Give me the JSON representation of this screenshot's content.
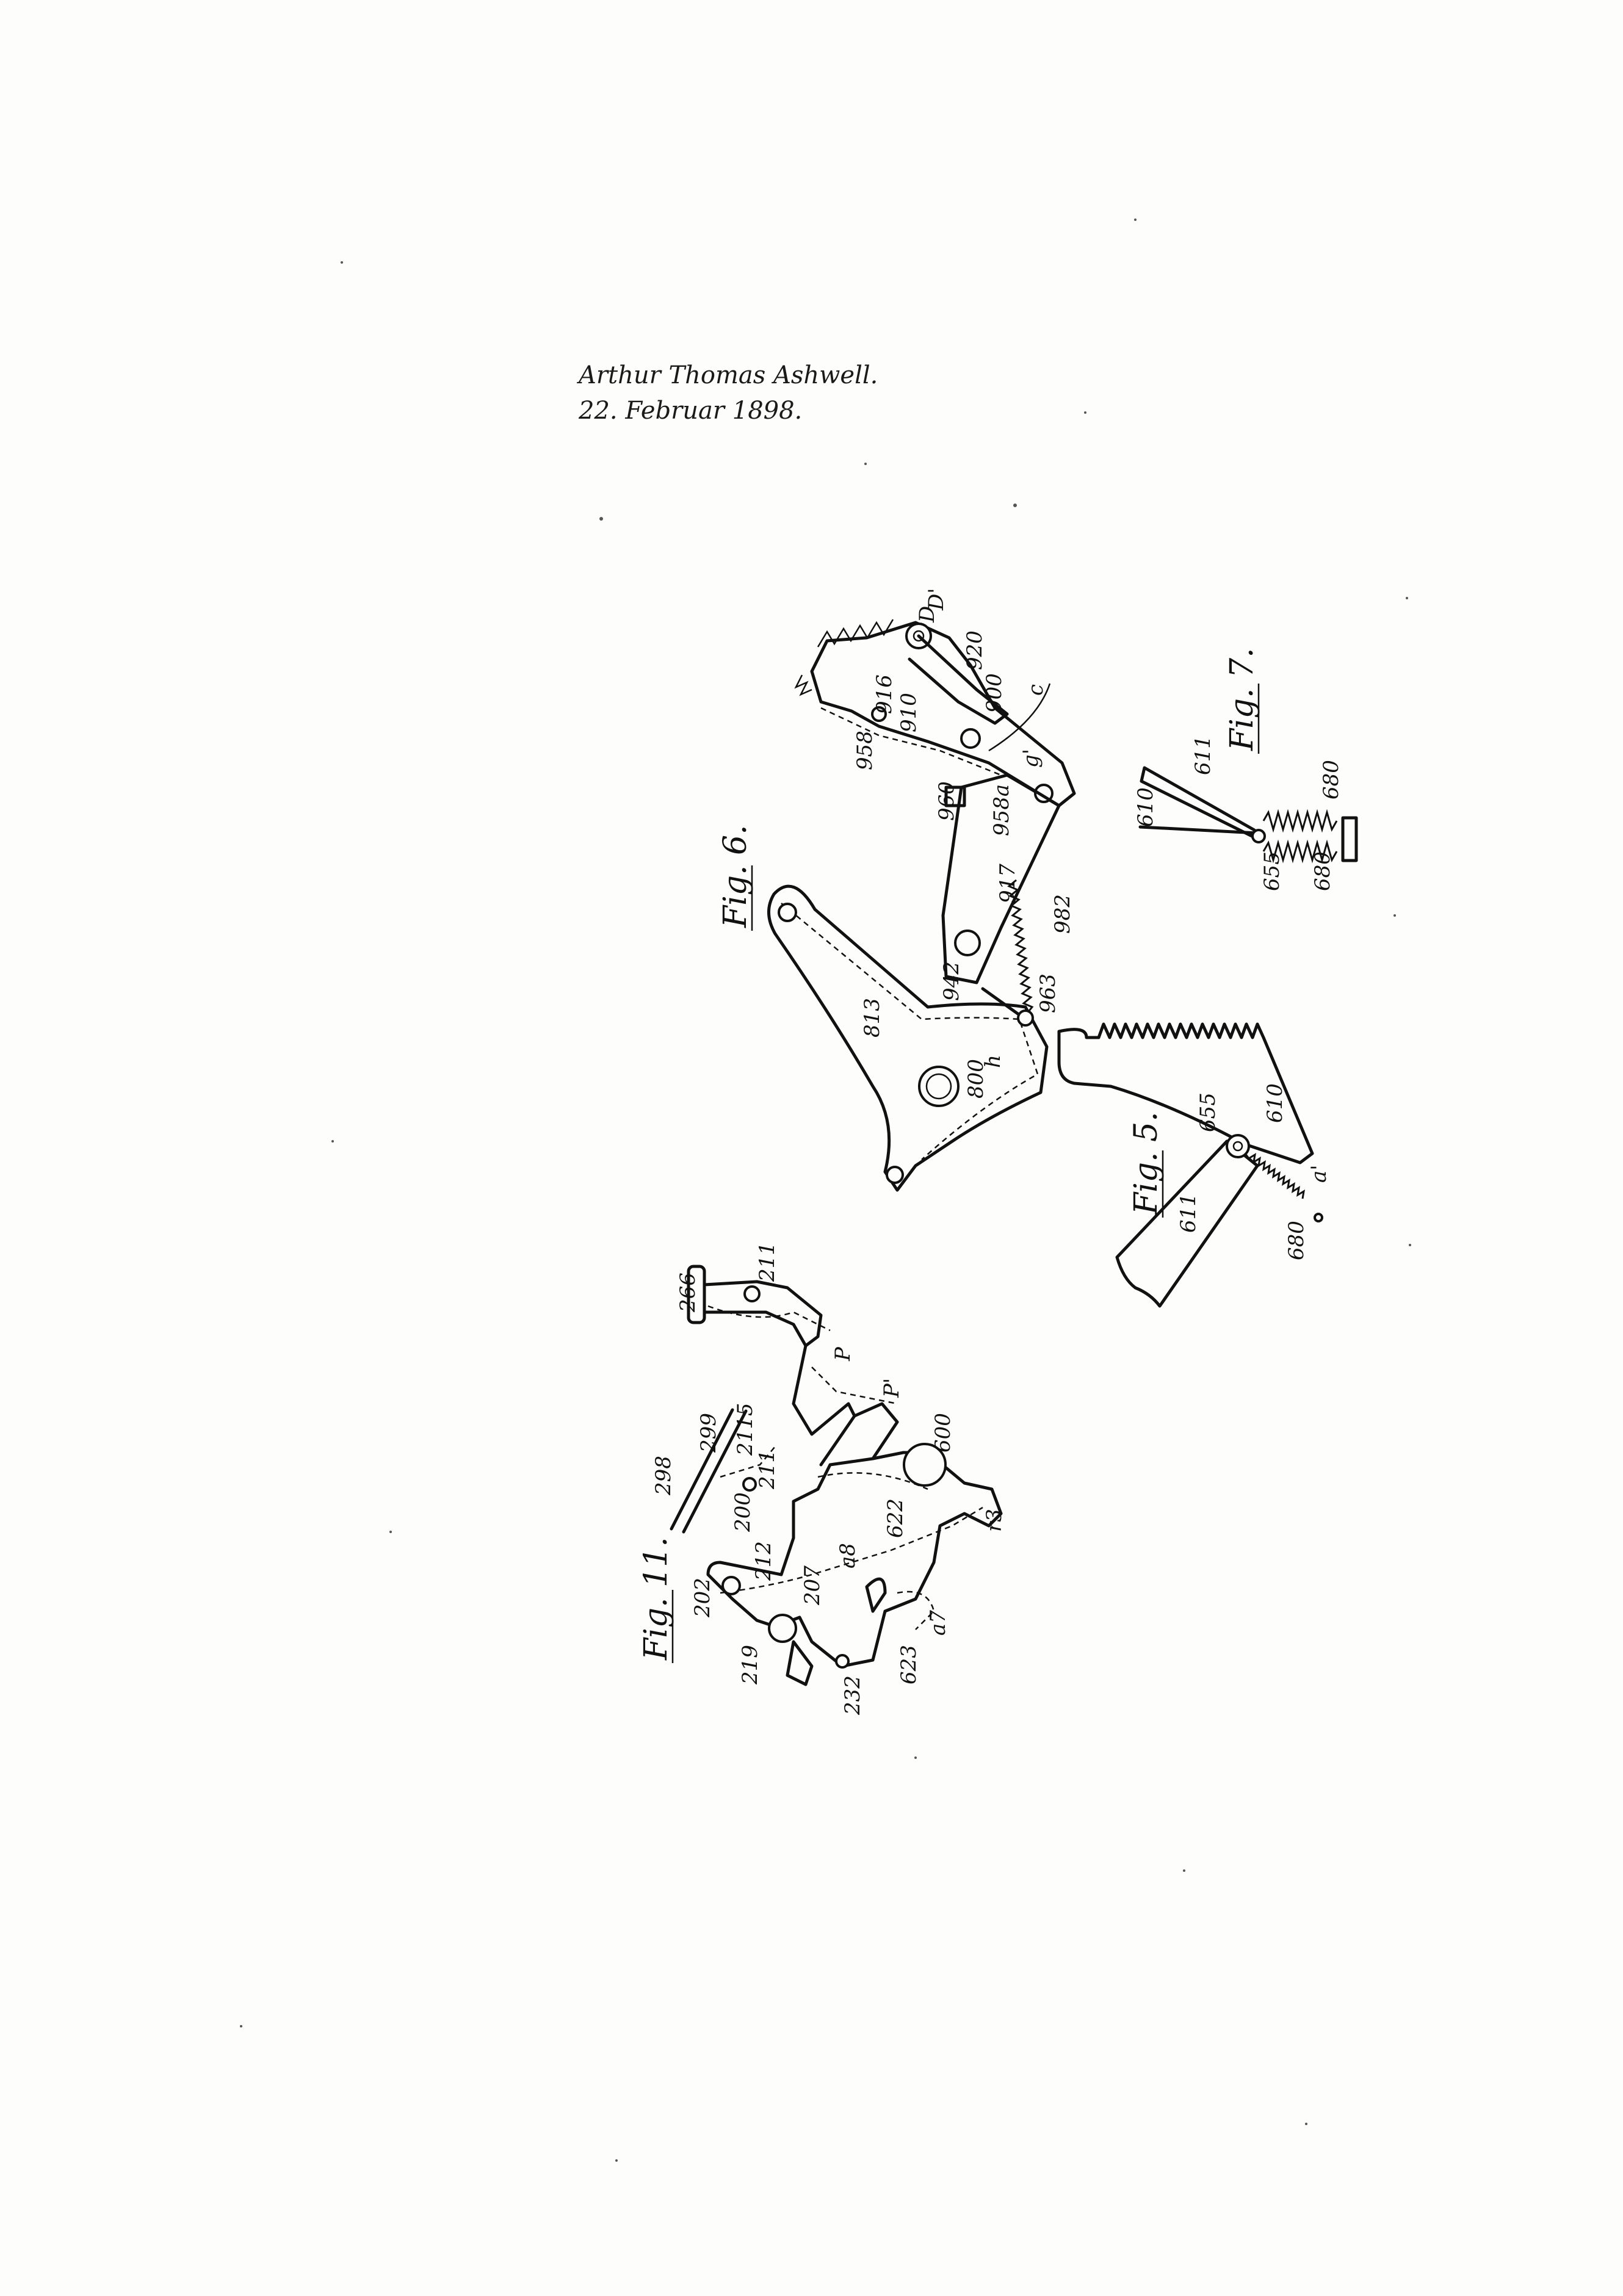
{
  "header": {
    "inventor": "Arthur Thomas Ashwell.",
    "date": "22. Februar 1898."
  },
  "figures": {
    "fig6": {
      "title": "Fig. 6.",
      "labels": [
        "958",
        "916",
        "910",
        "920",
        "900",
        "c",
        "D",
        "D'",
        "960",
        "958a",
        "g'",
        "917",
        "982",
        "942",
        "963",
        "813",
        "800",
        "h"
      ]
    },
    "fig7": {
      "title": "Fig. 7.",
      "labels": [
        "610",
        "611",
        "655",
        "680",
        "680"
      ]
    },
    "fig5": {
      "title": "Fig. 5.",
      "labels": [
        "611",
        "655",
        "610",
        "680",
        "a'"
      ]
    },
    "fig11": {
      "title": "Fig. 11.",
      "labels": [
        "266",
        "211",
        "P",
        "P'",
        "299",
        "298",
        "2115",
        "211",
        "200",
        "600",
        "622",
        "212",
        "202",
        "207",
        "a8",
        "a7",
        "219",
        "232",
        "623",
        "r3"
      ]
    }
  }
}
